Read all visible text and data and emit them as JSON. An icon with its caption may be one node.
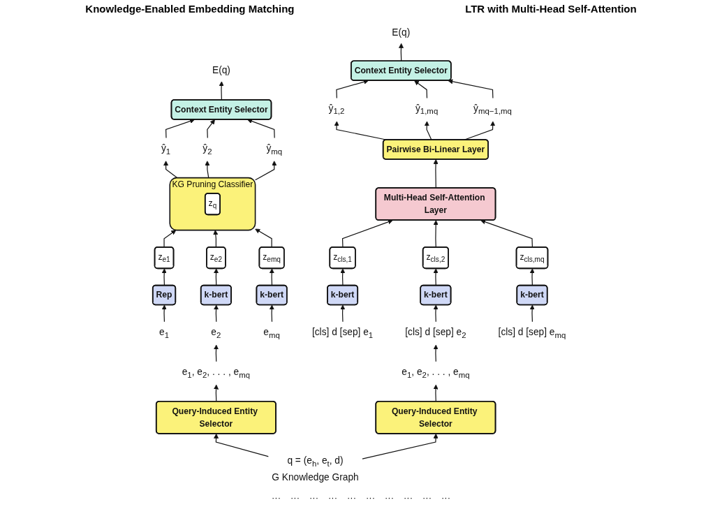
{
  "diagram": {
    "nodes": [
      {
        "text": [
          "E(q)"
        ]
      },
      {
        "text": [
          "Context Entity Selector"
        ]
      },
      {
        "text": [
          "ŷ$_{1}$"
        ]
      },
      {
        "text": [
          "ŷ$_{2}$"
        ]
      },
      {
        "text": [
          "ŷ$_{mq}$"
        ]
      },
      {
        "text": [
          "KG Pruning Classifier"
        ]
      },
      {
        "text": [
          "z$_{q}$"
        ],
        "in": 5
      },
      {
        "text": [
          "z$_{e1}$"
        ]
      },
      {
        "text": [
          "z$_{e2}$"
        ]
      },
      {
        "text": [
          "z$_{emq}$"
        ]
      },
      {
        "text": [
          "Rep"
        ]
      },
      {
        "text": [
          "k-bert"
        ]
      },
      {
        "text": [
          "k-bert"
        ]
      },
      {
        "text": [
          "e$_{1}$"
        ]
      },
      {
        "text": [
          "e$_{2}$"
        ]
      },
      {
        "text": [
          "e$_{mq}$"
        ]
      },
      {
        "text": [
          "e$_{1}$, e$_{2}$, . . . , e$_{mq}$"
        ]
      },
      {
        "text": [
          "Query-Induced Entity Selector"
        ]
      },
      {
        "text": [
          "E(q)"
        ]
      },
      {
        "text": [
          "Context Entity Selector"
        ]
      },
      {
        "text": [
          "ŷ$_{1,2}$"
        ]
      },
      {
        "text": [
          "ŷ$_{1,mq}$"
        ]
      },
      {
        "text": [
          "ŷ$_{mq−1,mq}$"
        ]
      },
      {
        "text": [
          "Pairwise Bi-Linear Layer"
        ]
      },
      {
        "text": [
          "Multi-Head Self-Attention Layer"
        ]
      },
      {
        "text": [
          "z$_{cls,1}$"
        ]
      },
      {
        "text": [
          "z$_{cls,2}$"
        ]
      },
      {
        "text": [
          "z$_{cls,mq}$"
        ]
      },
      {
        "text": [
          "k-bert"
        ]
      },
      {
        "text": [
          "k-bert"
        ]
      },
      {
        "text": [
          "k-bert"
        ]
      },
      {
        "text": [
          "[cls] d [sep] e$_{1}$"
        ]
      },
      {
        "text": [
          "[cls] d [sep] e$_{2}$"
        ]
      },
      {
        "text": [
          "[cls] d [sep] e$_{mq}$"
        ]
      },
      {
        "text": [
          "e$_{1}$, e$_{2}$, . . . , e$_{mq}$"
        ]
      },
      {
        "text": [
          "Query-Induced Entity Selector"
        ]
      },
      {
        "text": [
          "q = (e$_{h}$, e$_{t}$, d)",
          "G Knowledge Graph"
        ]
      }
    ],
    "edges": [
      {
        "from": 1,
        "to": 0,
        "arrow": "to"
      },
      {
        "from": 2,
        "to": 1,
        "arrow": "to"
      },
      {
        "from": 3,
        "to": 1,
        "arrow": "to"
      },
      {
        "from": 4,
        "to": 1,
        "arrow": "to"
      },
      {
        "from": 5,
        "to": 2,
        "arrow": "to"
      },
      {
        "from": 5,
        "to": 3,
        "arrow": "to"
      },
      {
        "from": 5,
        "to": 4,
        "arrow": "to"
      },
      {
        "from": 7,
        "to": 5,
        "arrow": "to"
      },
      {
        "from": 8,
        "to": 5,
        "arrow": "to"
      },
      {
        "from": 9,
        "to": 5,
        "arrow": "to"
      },
      {
        "from": 10,
        "to": 7,
        "arrow": "to"
      },
      {
        "from": 11,
        "to": 8,
        "arrow": "to"
      },
      {
        "from": 12,
        "to": 9,
        "arrow": "to"
      },
      {
        "from": 13,
        "to": 10,
        "arrow": "to"
      },
      {
        "from": 14,
        "to": 11,
        "arrow": "to"
      },
      {
        "from": 15,
        "to": 12,
        "arrow": "to"
      },
      {
        "from": 16,
        "to": 14,
        "arrow": "to"
      },
      {
        "from": 17,
        "to": 16,
        "arrow": "to"
      },
      {
        "from": 36,
        "to": 17,
        "arrow": "to"
      },
      {
        "from": 19,
        "to": 18,
        "arrow": "to"
      },
      {
        "from": 20,
        "to": 19,
        "arrow": "to"
      },
      {
        "from": 21,
        "to": 19,
        "arrow": "to"
      },
      {
        "from": 22,
        "to": 19,
        "arrow": "to"
      },
      {
        "from": 23,
        "to": 20,
        "arrow": "to"
      },
      {
        "from": 23,
        "to": 21,
        "arrow": "to"
      },
      {
        "from": 23,
        "to": 22,
        "arrow": "to"
      },
      {
        "from": 24,
        "to": 23,
        "arrow": "to"
      },
      {
        "from": 25,
        "to": 24,
        "arrow": "to"
      },
      {
        "from": 26,
        "to": 24,
        "arrow": "to"
      },
      {
        "from": 27,
        "to": 24,
        "arrow": "to"
      },
      {
        "from": 28,
        "to": 25,
        "arrow": "to"
      },
      {
        "from": 29,
        "to": 26,
        "arrow": "to"
      },
      {
        "from": 30,
        "to": 27,
        "arrow": "to"
      },
      {
        "from": 31,
        "to": 28,
        "arrow": "to"
      },
      {
        "from": 32,
        "to": 29,
        "arrow": "to"
      },
      {
        "from": 33,
        "to": 30,
        "arrow": "to"
      },
      {
        "from": 34,
        "to": 32,
        "arrow": "to"
      },
      {
        "from": 35,
        "to": 34,
        "arrow": "to"
      },
      {
        "from": 36,
        "to": 35,
        "arrow": "to"
      }
    ],
    "labels": [
      "Knowledge-Enabled Embedding Matching",
      "LTR with Multi-Head Self-Attention",
      "···",
      "···",
      "···",
      "···",
      "···",
      "···",
      "···",
      "···",
      "···",
      "···"
    ]
  }
}
